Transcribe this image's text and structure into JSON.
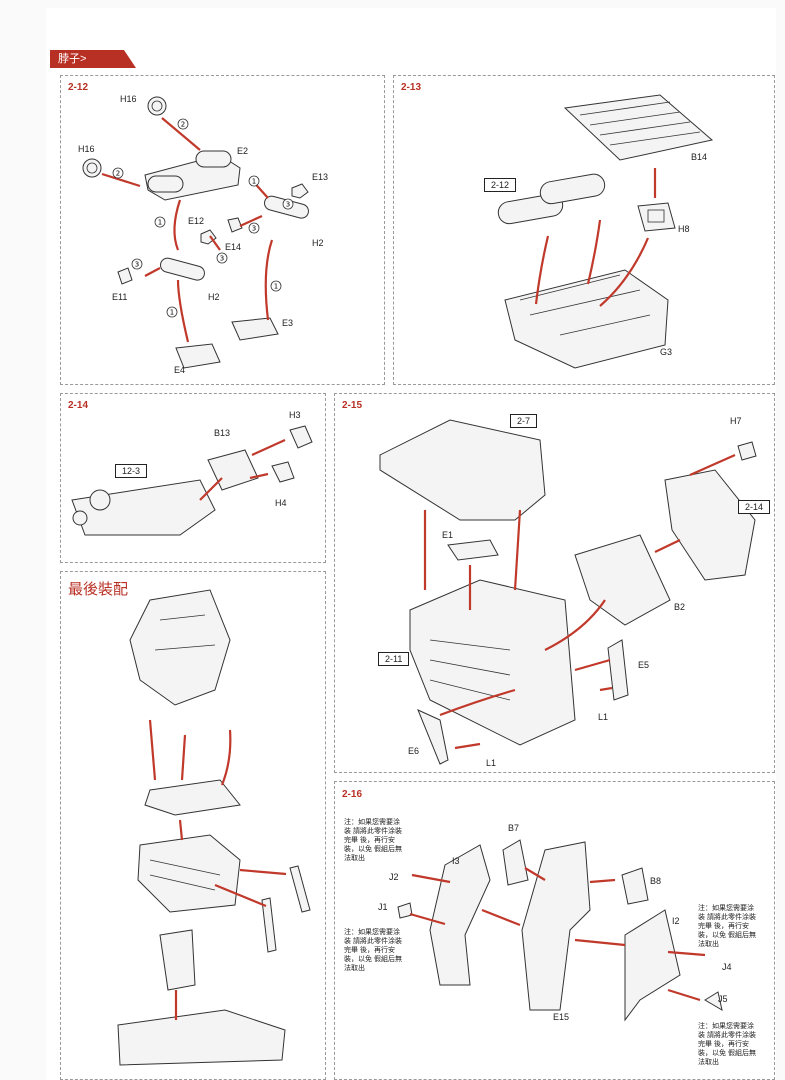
{
  "header": {
    "tab": "脖子>"
  },
  "steps": {
    "s212": {
      "title": "2-12",
      "parts": {
        "h16a": "H16",
        "h16b": "H16",
        "e2": "E2",
        "e13": "E13",
        "e12": "E12",
        "e14": "E14",
        "h2a": "H2",
        "e11": "E11",
        "h2b": "H2",
        "e3": "E3",
        "e4": "E4"
      }
    },
    "s213": {
      "title": "2-13",
      "ref": "2-12",
      "parts": {
        "b14": "B14",
        "h8": "H8",
        "g3": "G3"
      }
    },
    "s214": {
      "title": "2-14",
      "ref": "12-3",
      "parts": {
        "h3": "H3",
        "b13": "B13",
        "h4": "H4"
      }
    },
    "s215": {
      "title": "2-15",
      "ref_top": "2-7",
      "ref_right": "2-14",
      "ref_left": "2-11",
      "parts": {
        "h7": "H7",
        "e1": "E1",
        "b2": "B2",
        "e5": "E5",
        "l1a": "L1",
        "e6": "E6",
        "l1b": "L1"
      }
    },
    "final": {
      "title": "最後裝配"
    },
    "s216": {
      "title": "2-16",
      "note_paint": "注：如果您需要涂装 請將此零件涂裝完畢 後，再行安裝，以免 假組后無法取出",
      "parts": {
        "b7": "B7",
        "i3": "I3",
        "j2": "J2",
        "b8": "B8",
        "j1": "J1",
        "i2": "I2",
        "j4": "J4",
        "j5": "J5",
        "e15": "E15"
      }
    }
  },
  "icons": {
    "tab": "red-arrow-tab",
    "arrows": "red-assembly-arrow",
    "numbers": "circled-step-number"
  },
  "colors": {
    "accent": "#b83024",
    "line": "#333333",
    "paper": "#ffffff"
  }
}
